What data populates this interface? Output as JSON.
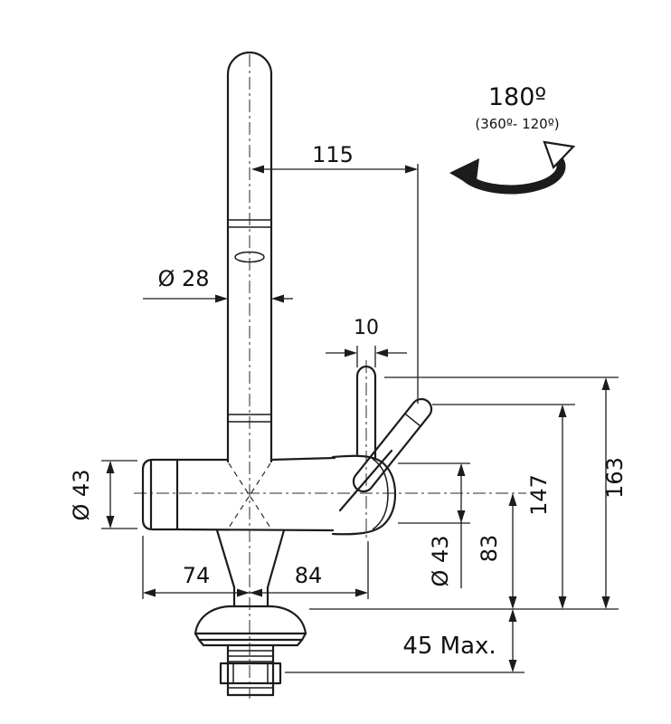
{
  "diagram": {
    "kind": "faucet-technical-drawing",
    "labels": {
      "reach": "115",
      "rotation_angle": "180º",
      "rotation_range": "(360º- 120º)",
      "spout_diameter": "Ø 28",
      "lever_width": "10",
      "body_diameter": "Ø 43",
      "total_height": "163",
      "lever_height": "147",
      "outlet_height": "83",
      "valve_diameter": "Ø 43",
      "offset_left": "74",
      "offset_right": "84",
      "deck_thickness": "45 Max."
    },
    "colors": {
      "line": "#1c1c1c",
      "background": "#ffffff"
    }
  }
}
